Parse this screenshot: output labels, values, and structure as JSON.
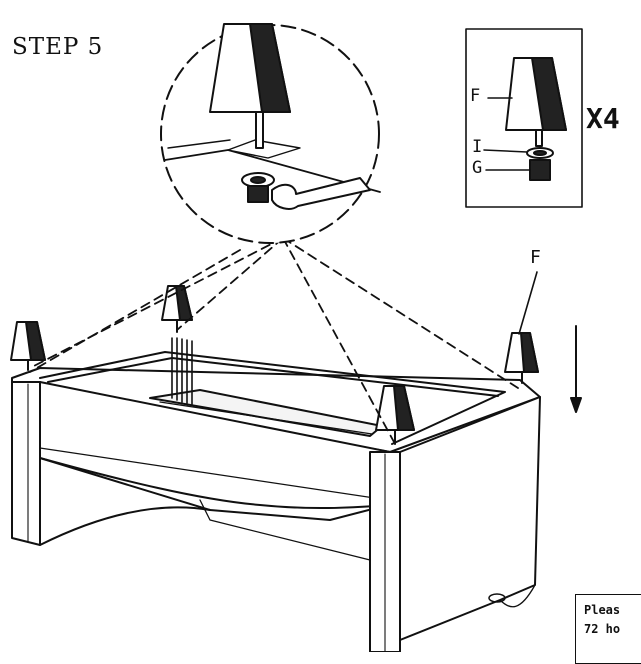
{
  "step": {
    "title": "STEP 5"
  },
  "parts": {
    "quantity": "X4",
    "label_foot": "F",
    "label_washer": "I",
    "label_nut": "G",
    "label_main_foot": "F"
  },
  "note": {
    "line1": "Pleas",
    "line2": "72 ho"
  }
}
